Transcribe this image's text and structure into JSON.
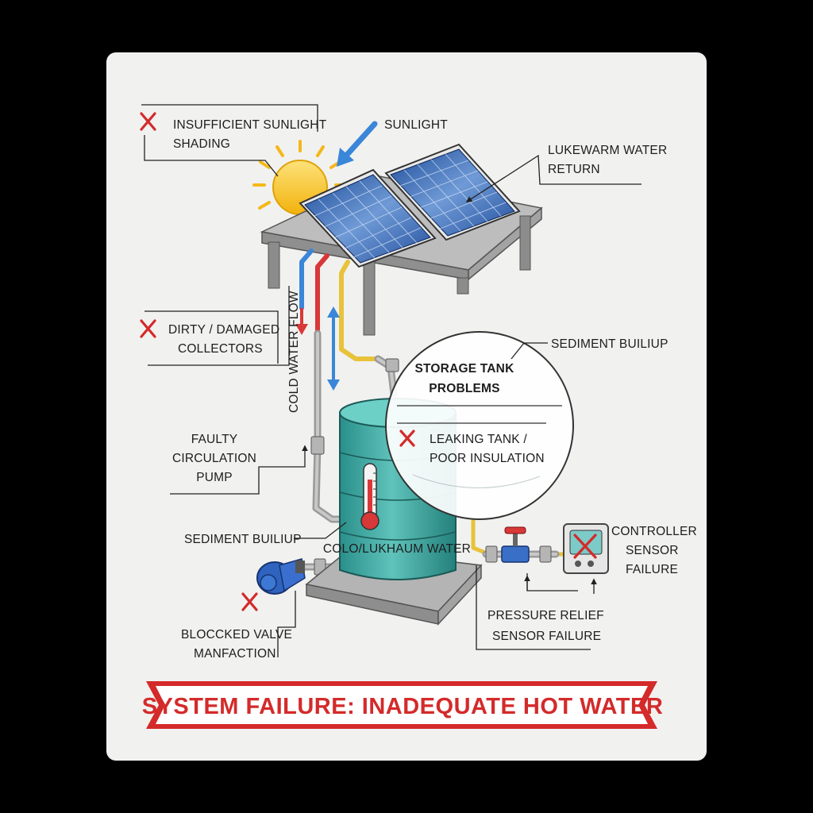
{
  "labels": {
    "insufficient_sunlight": "INSUFFICIENT SUNLIGHT",
    "shading": "SHADING",
    "sunlight": "SUNLIGHT",
    "lukewarm_return_1": "LUKEWARM WATER",
    "lukewarm_return_2": "RETURN",
    "dirty_collectors_1": "DIRTY / DAMAGED",
    "dirty_collectors_2": "COLLECTORS",
    "cold_water_flow": "COLD WATER FLOW",
    "sediment_top": "SEDIMENT BUILIUP",
    "storage_title_1": "STORAGE TANK",
    "storage_title_2": "PROBLEMS",
    "leaking_1": "LEAKING TANK /",
    "leaking_2": "POOR INSULATION",
    "pump_1": "FAULTY",
    "pump_2": "CIRCULATION",
    "pump_3": "PUMP",
    "sediment_bottom": "SEDIMENT BUILIUP",
    "tank_label": "COLO/LUKHAUM WATER",
    "controller_1": "CONTROLLER",
    "controller_2": "SENSOR",
    "controller_3": "FAILURE",
    "blocked_1": "BLOCCKED VALVE",
    "blocked_2": "MANFACTION",
    "pressure_1": "PRESSURE RELIEF",
    "pressure_2": "SENSOR FAILURE"
  },
  "banner": {
    "text": "SYSTEM FAILURE: INADEQUATE HOT WATER"
  },
  "colors": {
    "failure_red": "#d42a2a",
    "cold_pipe": "#3a86d8",
    "hot_pipe": "#d83838",
    "lukewarm_pipe": "#e8c23a",
    "tank": "#2f9e98",
    "panel": "#2c5aa8",
    "sun": "#f6c21c"
  }
}
